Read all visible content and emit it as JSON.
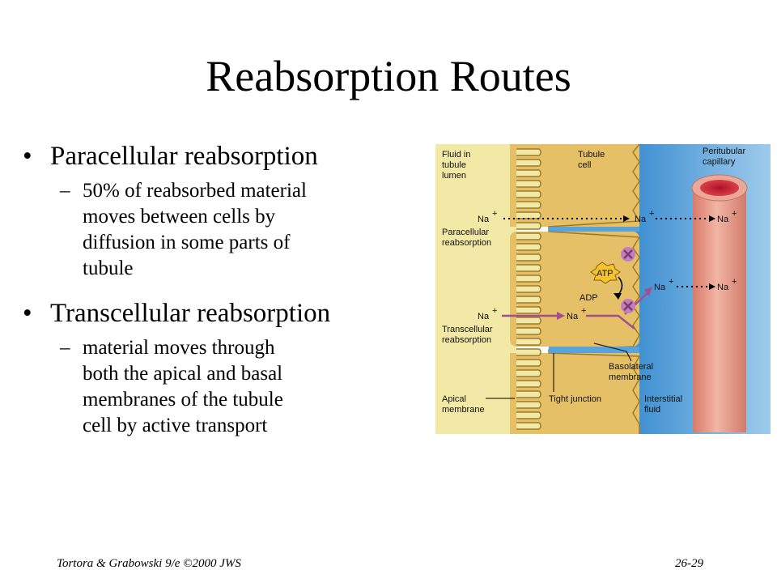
{
  "title": "Reabsorption Routes",
  "bullets": [
    {
      "heading": "Paracellular reabsorption",
      "sub": [
        "50% of reabsorbed material",
        "moves between cells by",
        "diffusion in some parts of",
        "tubule"
      ]
    },
    {
      "heading": "Transcellular reabsorption",
      "sub": [
        "material moves through",
        "both the apical and basal",
        "membranes of the tubule",
        "cell by active transport"
      ]
    }
  ],
  "diagram": {
    "labels": {
      "fluid_lumen": [
        "Fluid in",
        "tubule",
        "lumen"
      ],
      "tubule_cell": [
        "Tubule",
        "cell"
      ],
      "peritubular": [
        "Peritubular",
        "capillary"
      ],
      "paracellular": [
        "Paracellular",
        "reabsorption"
      ],
      "transcellular": [
        "Transcellular",
        "reabsorption"
      ],
      "basolateral": [
        "Basolateral",
        "membrane"
      ],
      "apical": [
        "Apical",
        "membrane"
      ],
      "tight_junction": "Tight junction",
      "interstitial": [
        "Interstitial",
        "fluid"
      ],
      "atp": "ATP",
      "adp": "ADP",
      "na": "Na",
      "plus": "+"
    },
    "colors": {
      "lumen": "#f3e9a6",
      "cell": "#e6c066",
      "interstitial": "#63a9dc",
      "capillary": "#e8998a",
      "arrow_magenta": "#a0508e",
      "pump": "#c27fbd"
    }
  },
  "footer": {
    "left": "Tortora & Grabowski 9/e ©2000 JWS",
    "right": "26-29"
  }
}
